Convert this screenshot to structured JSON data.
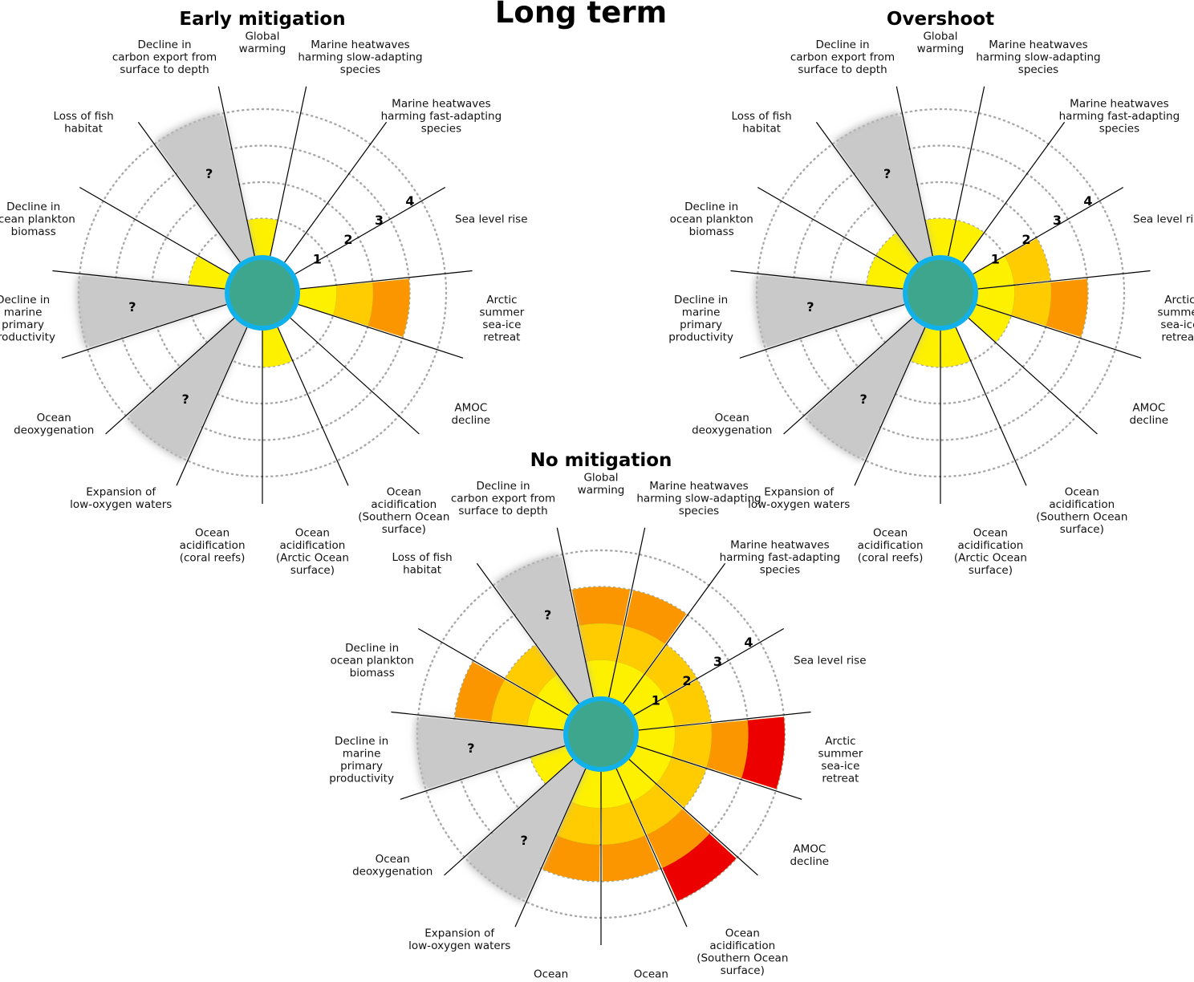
{
  "figure": {
    "title": "Long term"
  },
  "chart_data": {
    "type": "radial-bar",
    "ring_labels": [
      "1",
      "2",
      "3",
      "4"
    ],
    "levels": {
      "scale": [
        0,
        4
      ],
      "band_colors": [
        "#fdf100",
        "#fecc00",
        "#fb9500",
        "#ec0000"
      ],
      "unknown_color": "#c9c9c9",
      "center_fill": "#3fa68e",
      "center_ring": "#10b1ea",
      "unknown_label": "?"
    },
    "categories": [
      [
        "Global",
        "warming"
      ],
      [
        "Marine heatwaves",
        "harming slow-adapting",
        "species"
      ],
      [
        "Marine heatwaves",
        "harming fast-adapting",
        "species"
      ],
      [
        "Sea level rise"
      ],
      [
        "Arctic",
        "summer",
        "sea-ice",
        "retreat"
      ],
      [
        "AMOC",
        "decline"
      ],
      [
        "Ocean",
        "acidification",
        "(Southern Ocean",
        "surface)"
      ],
      [
        "Ocean",
        "acidification",
        "(Arctic Ocean",
        "surface)"
      ],
      [
        "Ocean",
        "acidification",
        "(coral reefs)"
      ],
      [
        "Expansion of",
        "low-oxygen waters"
      ],
      [
        "Ocean",
        "deoxygenation"
      ],
      [
        "Decline in",
        "marine",
        "primary",
        "productivity"
      ],
      [
        "Decline in",
        "ocean plankton",
        "biomass"
      ],
      [
        "Loss of fish",
        "habitat"
      ],
      [
        "Decline in",
        "carbon export from",
        "surface to depth"
      ]
    ],
    "panels": [
      {
        "title": "Early mitigation",
        "values": [
          1,
          0,
          0,
          0,
          3,
          0,
          0,
          1,
          0,
          "unknown",
          0,
          "unknown",
          1,
          0,
          "unknown"
        ]
      },
      {
        "title": "Overshoot",
        "values": [
          1,
          1,
          0,
          2,
          3,
          1,
          0,
          1,
          1,
          "unknown",
          0,
          "unknown",
          1,
          1,
          "unknown"
        ]
      },
      {
        "title": "No mitigation",
        "values": [
          3,
          3,
          2,
          2,
          4,
          2,
          4,
          3,
          3,
          "unknown",
          1,
          "unknown",
          3,
          2,
          "unknown"
        ]
      }
    ]
  }
}
